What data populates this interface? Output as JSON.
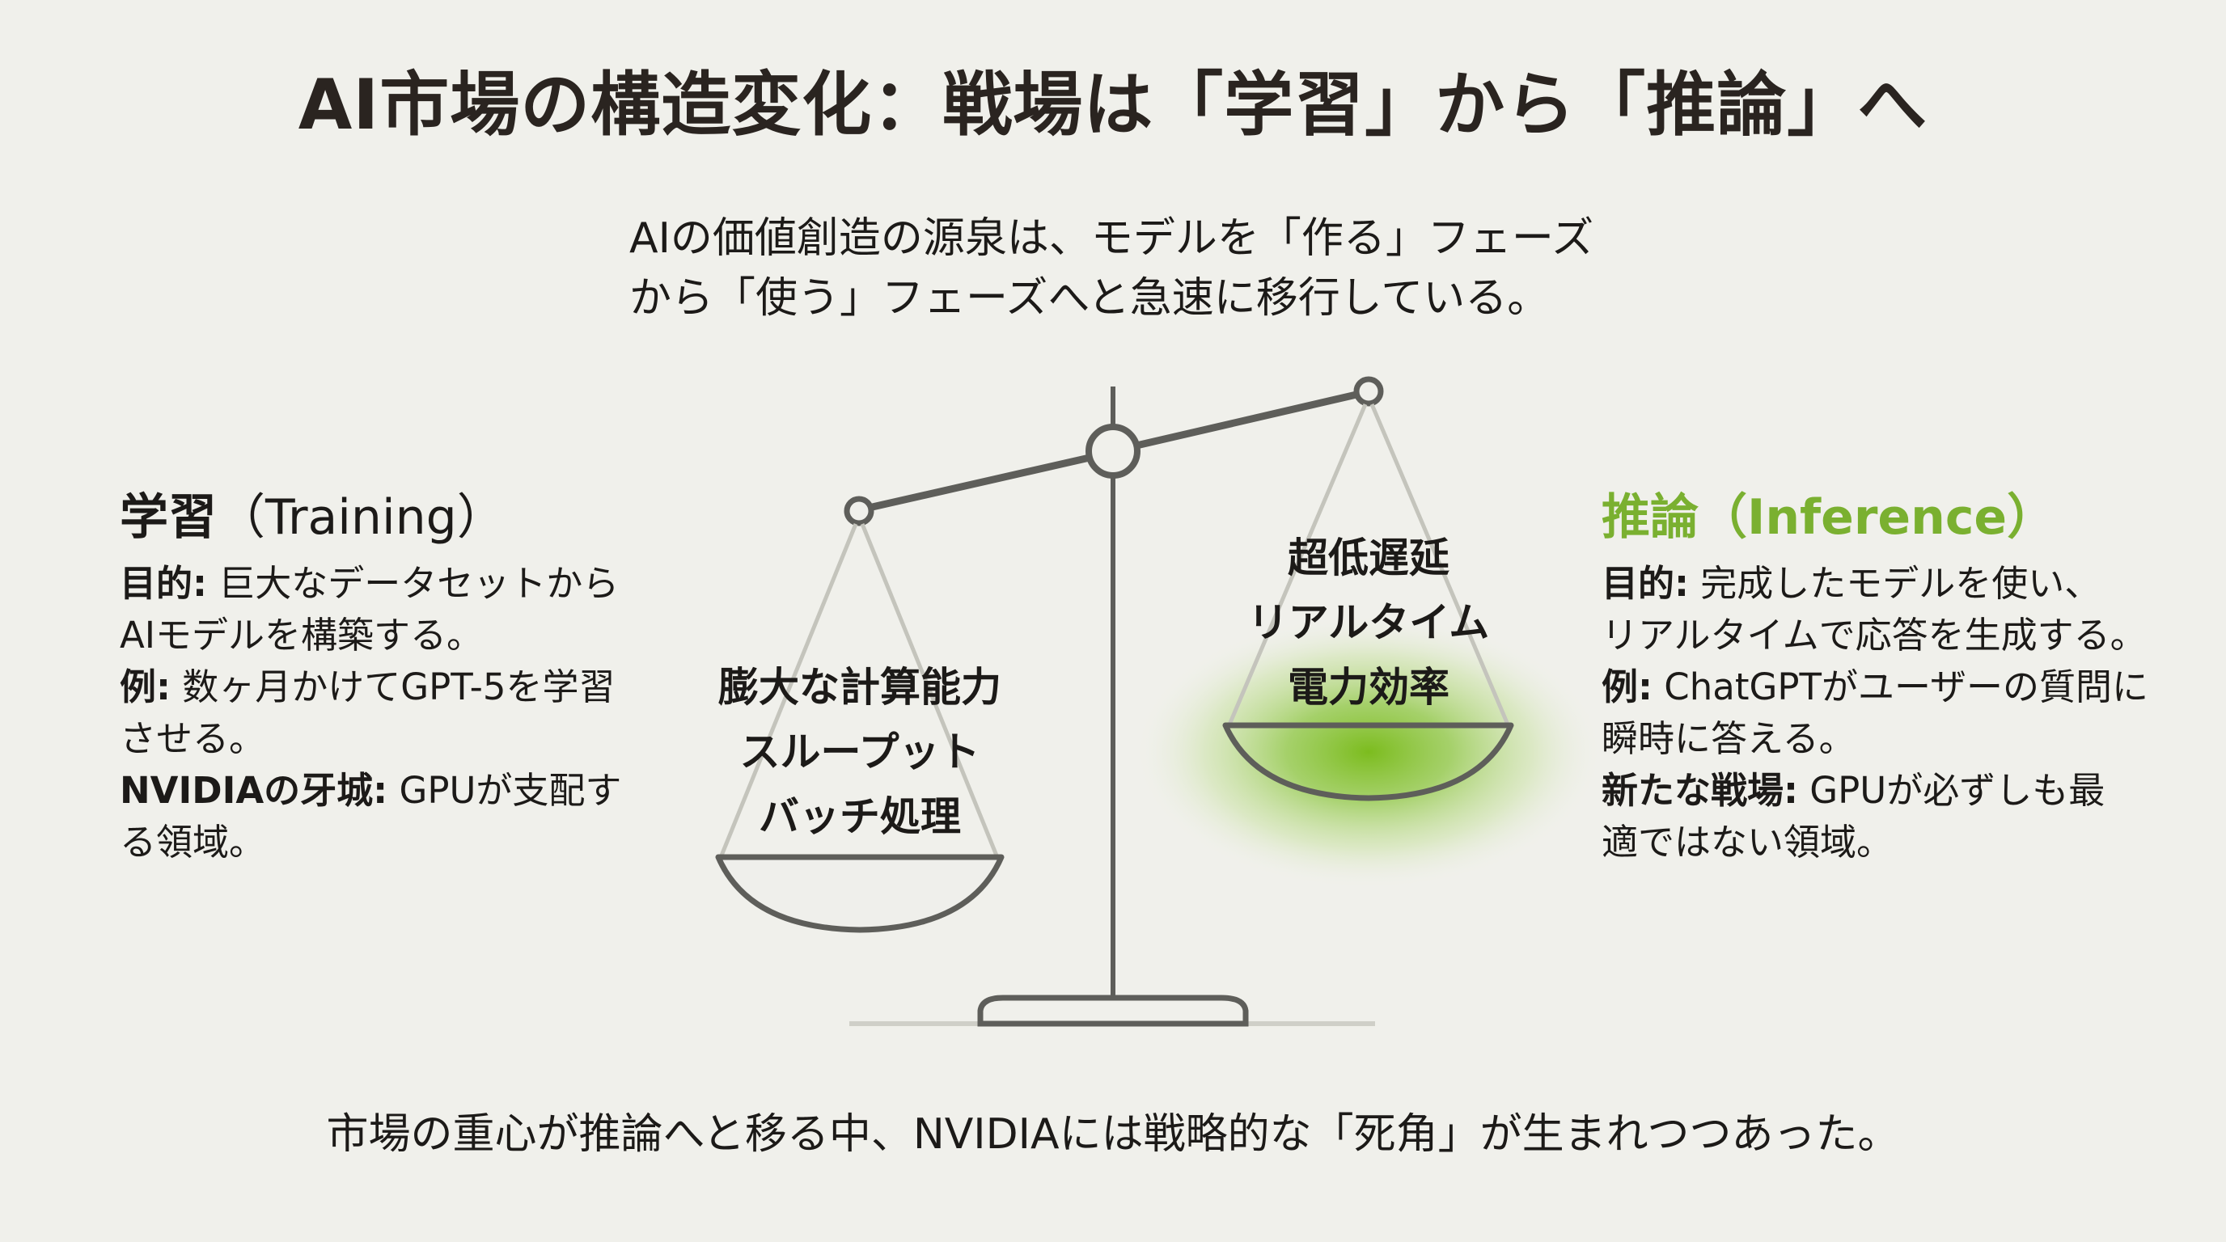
{
  "slide": {
    "title": "AI市場の構造変化：戦場は「学習」から「推論」へ",
    "subtitle": {
      "lines": [
        "AIの価値創造の源泉は、モデルを「作る」フェーズ",
        "から「使う」フェーズへと急速に移行している。"
      ]
    },
    "training": {
      "heading_ja": "学習",
      "heading_en": "（Training）",
      "items": [
        {
          "label": "目的:",
          "text": " 巨大なデータセットから",
          "text2": "AIモデルを構築する。"
        },
        {
          "label": "例:",
          "text": " 数ヶ月かけてGPT-5を学習",
          "text2": "させる。"
        },
        {
          "label": "NVIDIAの牙城:",
          "text": " GPUが支配す",
          "text2": "る領域。"
        }
      ]
    },
    "inference": {
      "heading_ja": "推論",
      "heading_en": "（Inference）",
      "items": [
        {
          "label": "目的:",
          "text": " 完成したモデルを使い、",
          "text2": "リアルタイムで応答を生成する。"
        },
        {
          "label": "例:",
          "text": " ChatGPTがユーザーの質問に",
          "text2": "瞬時に答える。"
        },
        {
          "label": "新たな戦場:",
          "text": " GPUが必ずしも最",
          "text2": "適ではない領域。"
        }
      ]
    },
    "scale": {
      "left_pan": [
        "膨大な計算能力",
        "スループット",
        "バッチ処理"
      ],
      "right_pan": [
        "超低遅延",
        "リアルタイム",
        "電力効率"
      ],
      "heavier_side": "left",
      "highlighted_side": "right"
    },
    "footer": "市場の重心が推論へと移る中、NVIDIAには戦略的な「死角」が生まれつつあった。",
    "colors": {
      "background": "#f0f0eb",
      "title": "#2a2420",
      "text": "#1c1a18",
      "accent_green": "#7ab030",
      "glow_green": "#8cc63f",
      "scale_stroke": "#5e5e5a",
      "string_stroke": "#c4c4bc",
      "ground_line": "#cfcfc8"
    }
  }
}
